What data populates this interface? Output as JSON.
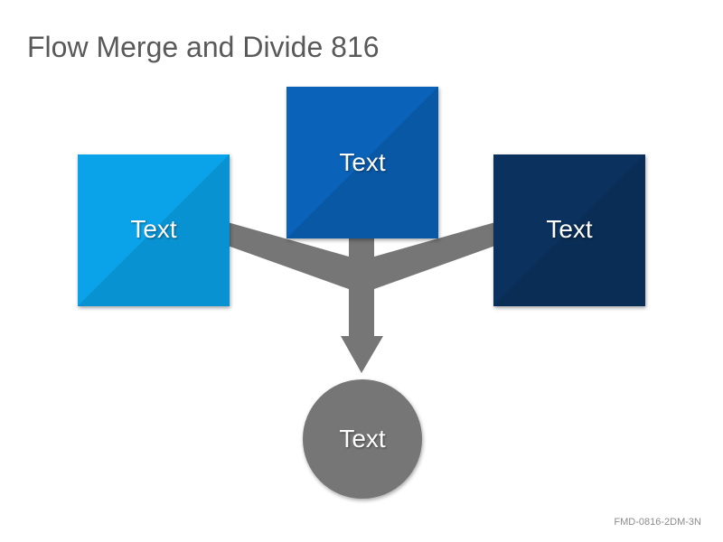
{
  "title": "Flow Merge and Divide 816",
  "footer_code": "FMD-0816-2DM-3N",
  "colors": {
    "box_left": "#0aa3ea",
    "box_center": "#0a62b9",
    "box_right": "#0b325f",
    "connector": "#767676",
    "target_circle": "#767676"
  },
  "sources": [
    {
      "label": "Text"
    },
    {
      "label": "Text"
    },
    {
      "label": "Text"
    }
  ],
  "target": {
    "label": "Text",
    "shape": "circle"
  },
  "connector_type": "merge-arrow-down"
}
